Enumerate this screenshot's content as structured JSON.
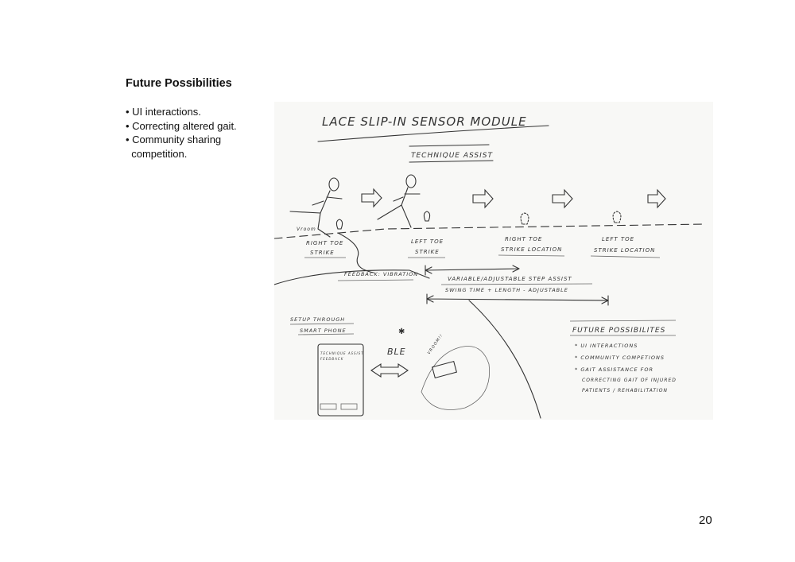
{
  "section": {
    "heading": "Future Possibilities",
    "bullets": [
      "• UI interactions.",
      "• Correcting altered gait.",
      "• Community sharing",
      "  competition."
    ]
  },
  "sketch": {
    "title": "LACE SLIP-IN SENSOR MODULE",
    "subtitle": "TECHNIQUE ASSIST",
    "labels": {
      "vroom": "Vroom",
      "right_toe_strike_1": "RIGHT TOE",
      "right_toe_strike_2": "STRIKE",
      "left_toe_strike_1": "LEFT TOE",
      "left_toe_strike_2": "STRIKE",
      "right_toe_loc_1": "RIGHT TOE",
      "right_toe_loc_2": "STRIKE LOCATION",
      "left_toe_loc_1": "LEFT TOE",
      "left_toe_loc_2": "STRIKE LOCATION",
      "feedback": "FEEDBACK: VIBRATION",
      "step_assist": "VARIABLE/ADJUSTABLE STEP ASSIST",
      "swing": "SWING TIME + LENGTH - ADJUSTABLE",
      "setup_1": "SETUP THROUGH",
      "setup_2": "SMART PHONE",
      "ble": "BLE",
      "phone_title_1": "TECHNIQUE ASSIST",
      "phone_title_2": "FEEDBACK",
      "shoe_vroom": "VROOM!!"
    },
    "future": {
      "title": "FUTURE POSSIBILITES",
      "items": [
        "* UI INTERACTIONS",
        "* COMMUNITY COMPETIONS",
        "* GAIT ASSISTANCE FOR",
        "CORRECTING GAIT OF INJURED",
        "PATIENTS / REHABILITATION"
      ]
    }
  },
  "page_number": "20"
}
